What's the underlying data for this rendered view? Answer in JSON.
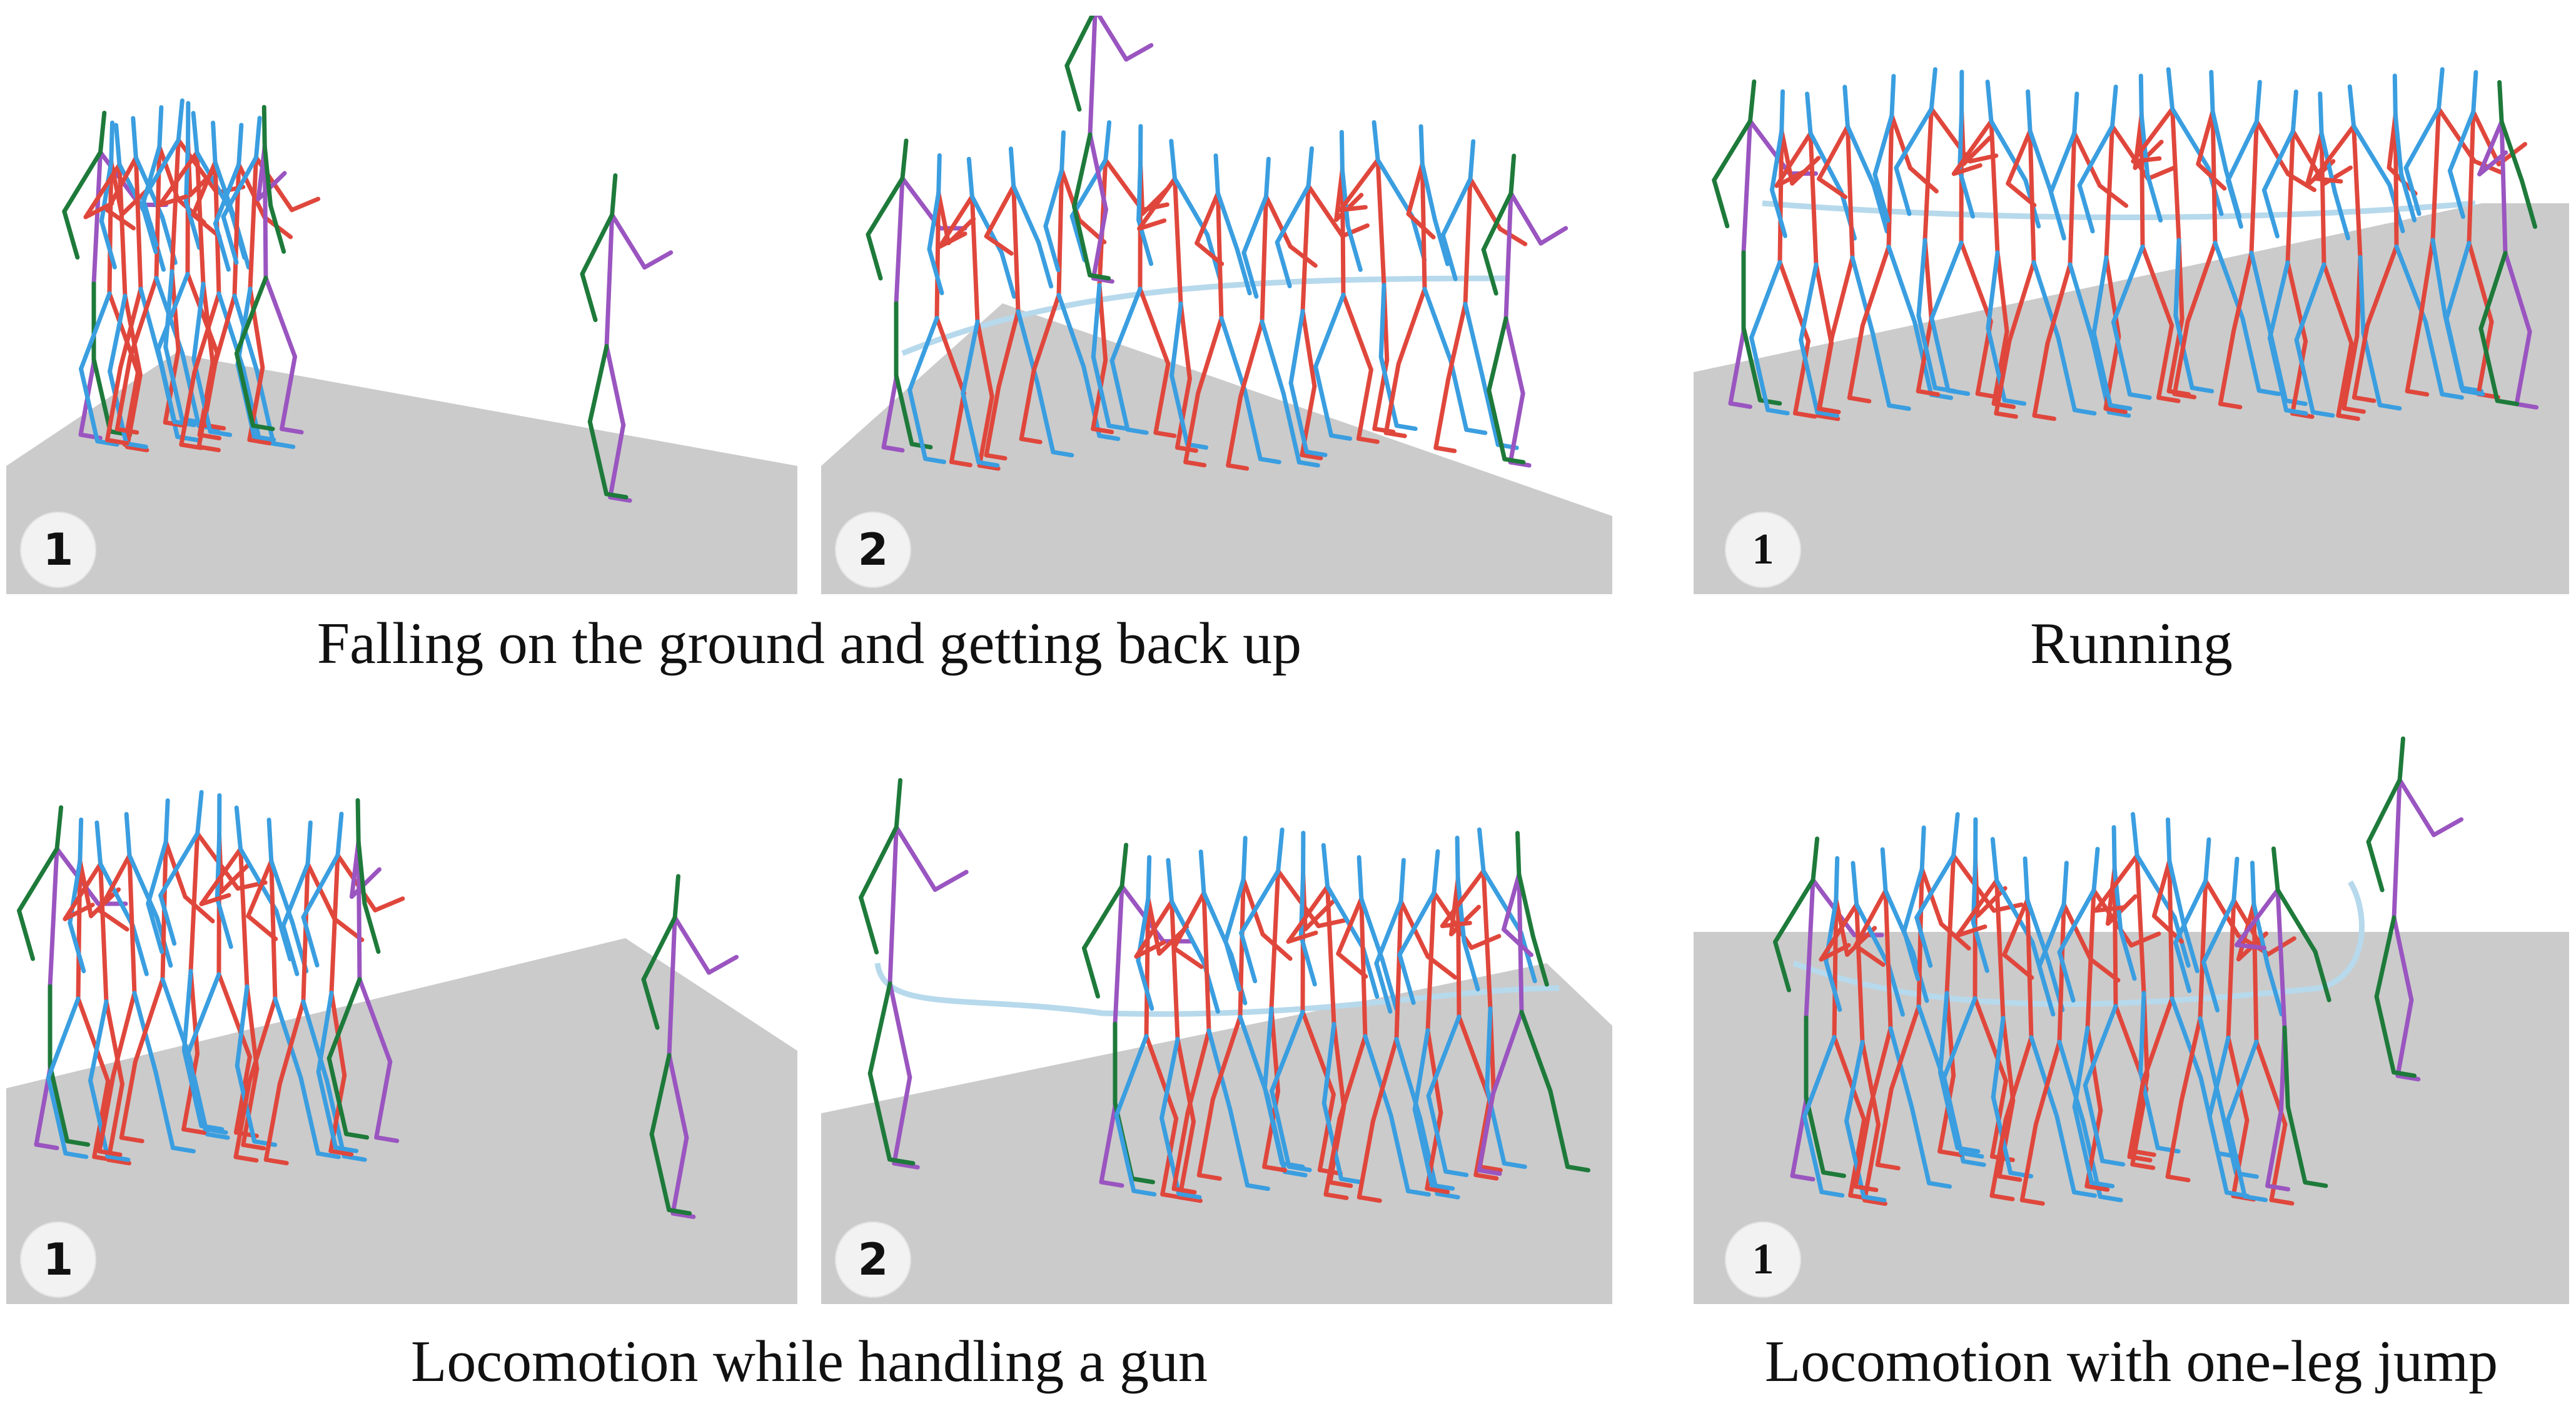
{
  "colors": {
    "background": "#ffffff",
    "ground": "#cbcbcb",
    "ground_edge": "#a8a8a8",
    "root_trajectory": "#b7d9ec",
    "pose_red": "#e0473c",
    "pose_blue": "#3a9ee0",
    "pose_green": "#1e7a3a",
    "pose_purple": "#9a55c0",
    "badge_fill": "#f2f2f2"
  },
  "captions": {
    "falling": "Falling on the ground and getting back up",
    "running": "Running",
    "gun": "Locomotion while handling a gun",
    "jump": "Locomotion with one-leg jump"
  },
  "panels": [
    {
      "id": "falling-1",
      "badge": "1"
    },
    {
      "id": "falling-2",
      "badge": "2"
    },
    {
      "id": "running-1",
      "badge": "1"
    },
    {
      "id": "gun-1",
      "badge": "1"
    },
    {
      "id": "gun-2",
      "badge": "2"
    },
    {
      "id": "jump-1",
      "badge": "1"
    }
  ]
}
